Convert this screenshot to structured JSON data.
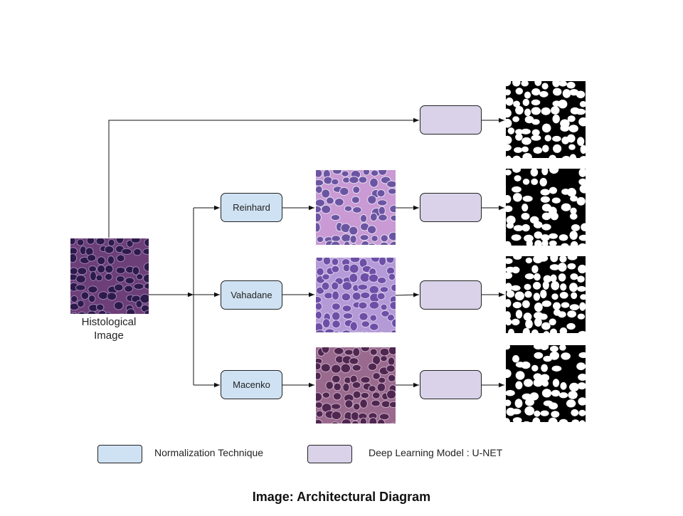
{
  "input": {
    "caption_line1": "Histological",
    "caption_line2": "Image"
  },
  "techniques": [
    {
      "label": "Reinhard"
    },
    {
      "label": "Vahadane"
    },
    {
      "label": "Macenko"
    }
  ],
  "models": [
    {
      "label": ""
    },
    {
      "label": ""
    },
    {
      "label": ""
    },
    {
      "label": ""
    }
  ],
  "legend": [
    {
      "label": "Normalization Technique"
    },
    {
      "label": "Deep Learning Model : U-NET"
    }
  ],
  "title": "Image: Architectural Diagram",
  "colors": {
    "normalization_box": "#cfe2f3",
    "model_box": "#d9d2e9",
    "input_tissue_bg": "#6d3f78",
    "input_nuclei": "#2c1b4a",
    "reinhard_bg": "#c99ad4",
    "reinhard_nuclei": "#6b55a3",
    "vahadane_bg": "#b59ad8",
    "vahadane_nuclei": "#6d4fa7",
    "macenko_bg": "#9a6a8e",
    "macenko_nuclei": "#4e2750"
  }
}
